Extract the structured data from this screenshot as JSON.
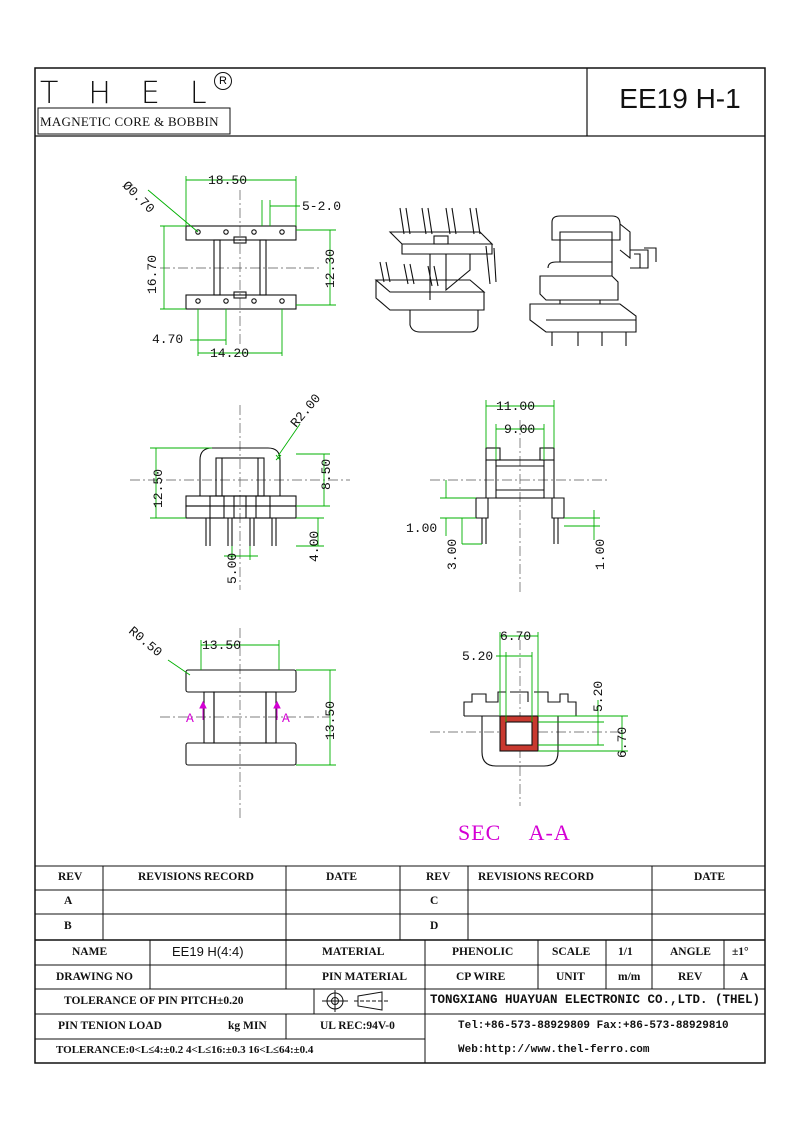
{
  "header": {
    "brand": "THEL",
    "registered": "R",
    "subtitle": "MAGNETIC CORE & BOBBIN",
    "model": "EE19 H-1"
  },
  "dimensions": {
    "top_view": {
      "pin_hole_dia": "Ø0.70",
      "width": "18.50",
      "pitch": "5-2.0",
      "height": "16.70",
      "inner": "12.30",
      "offset": "4.70",
      "span": "14.20"
    },
    "front_view": {
      "radius": "R2.00",
      "total_height": "12.50",
      "upper": "8.50",
      "pin_pitch": "5.00",
      "pin_len": "4.00"
    },
    "side_view": {
      "outer": "11.00",
      "inner": "9.00",
      "flange": "1.00",
      "pin_a": "3.00",
      "pin_b": "1.00"
    },
    "bottom_view": {
      "radius": "R0.50",
      "width": "13.50",
      "height": "13.50",
      "section_marker": "A"
    },
    "section_view": {
      "outer": "6.70",
      "inner": "5.20",
      "inner_v": "5.20",
      "outer_v": "6.70"
    },
    "section_label": "SEC A-A"
  },
  "title_block": {
    "rev_header": "REV",
    "rev_record_header": "REVISIONS RECORD",
    "date_header": "DATE",
    "rev_rows": [
      "A",
      "B"
    ],
    "rev_rows_right": [
      "C",
      "D"
    ],
    "name_label": "NAME",
    "name_value": "EE19 H(4:4)",
    "material_label": "MATERIAL",
    "material_value": "PHENOLIC",
    "scale_label": "SCALE",
    "scale_value": "1/1",
    "angle_label": "ANGLE",
    "angle_value": "±1°",
    "drawing_no_label": "DRAWING NO",
    "pin_material_label": "PIN MATERIAL",
    "pin_material_value": "CP WIRE",
    "unit_label": "UNIT",
    "unit_value": "m/m",
    "rev_label": "REV",
    "rev_value": "A",
    "tolerance_pin_pitch": "TOLERANCE OF PIN PITCH±0.20",
    "company": "TONGXIANG HUAYUAN ELECTRONIC CO.,LTD. (THEL)",
    "pin_tension_label": "PIN TENION LOAD",
    "pin_tension_unit": "kg MIN",
    "ul": "UL REC:94V-0",
    "contact": "Tel:+86-573-88929809 Fax:+86-573-88929810",
    "tolerance": "TOLERANCE:0<L≤4:±0.2 4<L≤16:±0.3 16<L≤64:±0.4",
    "web": "Web:http://www.thel-ferro.com"
  },
  "colors": {
    "dim_line": "#00b000",
    "center_line": "#555555",
    "section_mark": "#d400d4",
    "section_fill": "#d9534f"
  }
}
